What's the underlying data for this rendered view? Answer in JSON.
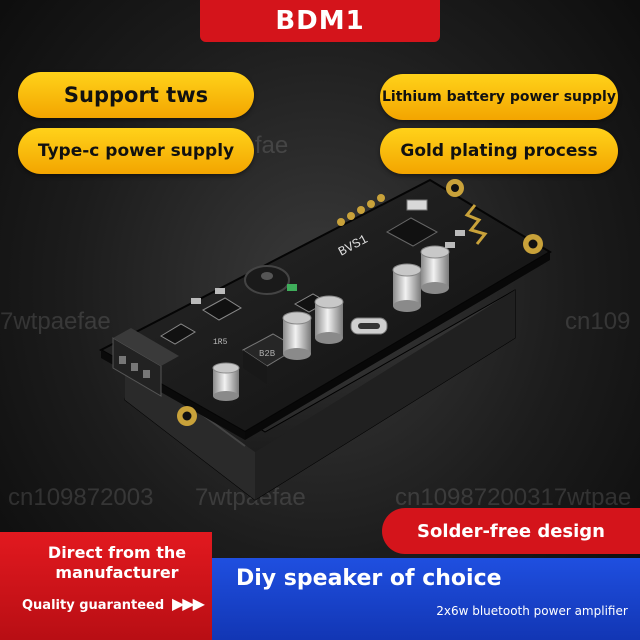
{
  "header": {
    "title": "BDM1"
  },
  "features": {
    "support_tws": "Support tws",
    "lithium": "Lithium battery power supply",
    "typec": "Type-c power supply",
    "gold": "Gold plating process"
  },
  "board": {
    "silk_bvs1": "BVS1",
    "silk_1r5": "1R5",
    "silk_b2b": "B2B"
  },
  "watermarks": {
    "w1": "cn1098720037wtpaefae",
    "w2": "7wtpaefae",
    "w3": "cn109",
    "w4": "cn109872003",
    "w5": "7wtpaefae",
    "w6": "cn10987200317wtpae"
  },
  "bottom": {
    "solder_free": "Solder-free design",
    "manufacturer": "Direct from the manufacturer",
    "quality": "Quality guaranteed",
    "arrows": "▶▶▶",
    "diy": "Diy speaker of choice",
    "bluetooth": "2x6w bluetooth power amplifier"
  },
  "colors": {
    "red": "#d4141b",
    "yellow": "#ffd21a",
    "blue": "#1f4fe0",
    "pcb": "#151515"
  }
}
